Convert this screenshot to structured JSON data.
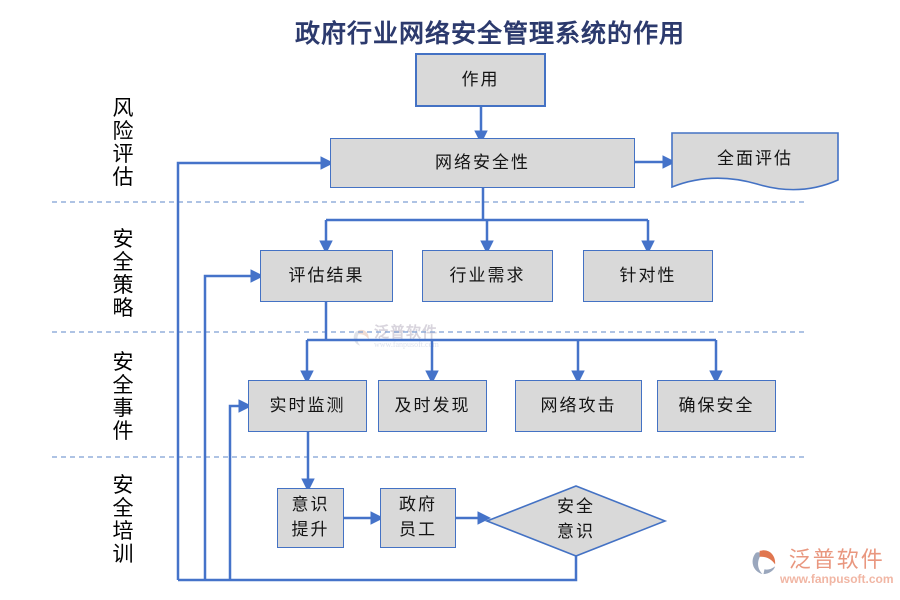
{
  "title": "政府行业网络安全管理系统的作用",
  "sections": [
    {
      "id": "risk-assessment",
      "label": "风险评估"
    },
    {
      "id": "security-policy",
      "label": "安全策略"
    },
    {
      "id": "security-incident",
      "label": "安全事件"
    },
    {
      "id": "security-training",
      "label": "安全培训"
    }
  ],
  "nodes": {
    "purpose": {
      "label": "作用",
      "shape": "rect"
    },
    "network_security": {
      "label": "网络安全性",
      "shape": "rect"
    },
    "full_assessment": {
      "label": "全面评估",
      "shape": "document"
    },
    "assessment_result": {
      "label": "评估结果",
      "shape": "rect"
    },
    "industry_demand": {
      "label": "行业需求",
      "shape": "rect"
    },
    "targeted": {
      "label": "针对性",
      "shape": "rect"
    },
    "realtime_monitor": {
      "label": "实时监测",
      "shape": "rect"
    },
    "timely_discovery": {
      "label": "及时发现",
      "shape": "rect"
    },
    "network_attack": {
      "label": "网络攻击",
      "shape": "rect"
    },
    "ensure_safety": {
      "label": "确保安全",
      "shape": "rect"
    },
    "awareness_improve": {
      "label": "意识\n提升",
      "shape": "rect"
    },
    "gov_staff": {
      "label": "政府\n员工",
      "shape": "rect"
    },
    "security_awareness": {
      "label": "安全\n意识",
      "shape": "diamond"
    }
  },
  "edges": [
    {
      "from": "作用",
      "to": "网络安全性"
    },
    {
      "from": "网络安全性",
      "to": "全面评估"
    },
    {
      "from": "网络安全性",
      "to": "评估结果"
    },
    {
      "from": "网络安全性",
      "to": "行业需求"
    },
    {
      "from": "网络安全性",
      "to": "针对性"
    },
    {
      "from": "评估结果",
      "to": "实时监测"
    },
    {
      "from": "评估结果",
      "to": "及时发现"
    },
    {
      "from": "评估结果",
      "to": "网络攻击"
    },
    {
      "from": "评估结果",
      "to": "确保安全"
    },
    {
      "from": "实时监测",
      "to": "意识提升"
    },
    {
      "from": "意识提升",
      "to": "政府员工"
    },
    {
      "from": "政府员工",
      "to": "安全意识"
    },
    {
      "from": "安全意识",
      "to": "网络安全性"
    },
    {
      "from": "安全意识",
      "to": "评估结果"
    },
    {
      "from": "安全意识",
      "to": "实时监测"
    }
  ],
  "watermark": {
    "name": "泛普软件",
    "url": "www.fanpusoft.com"
  },
  "brand": {
    "name": "泛普软件",
    "url": "www.fanpusoft.com"
  },
  "colors": {
    "node_fill": "#d9d9d9",
    "node_border": "#4472c4",
    "connector": "#4573c9",
    "section_divider": "#7e9fd4",
    "title_text": "#2c3a6d",
    "brand_orange": "#e9977f",
    "brand_url": "#f1b6a4",
    "brand_glyph_blue": "#9aa7bd",
    "brand_glyph_orange": "#e0764f"
  }
}
